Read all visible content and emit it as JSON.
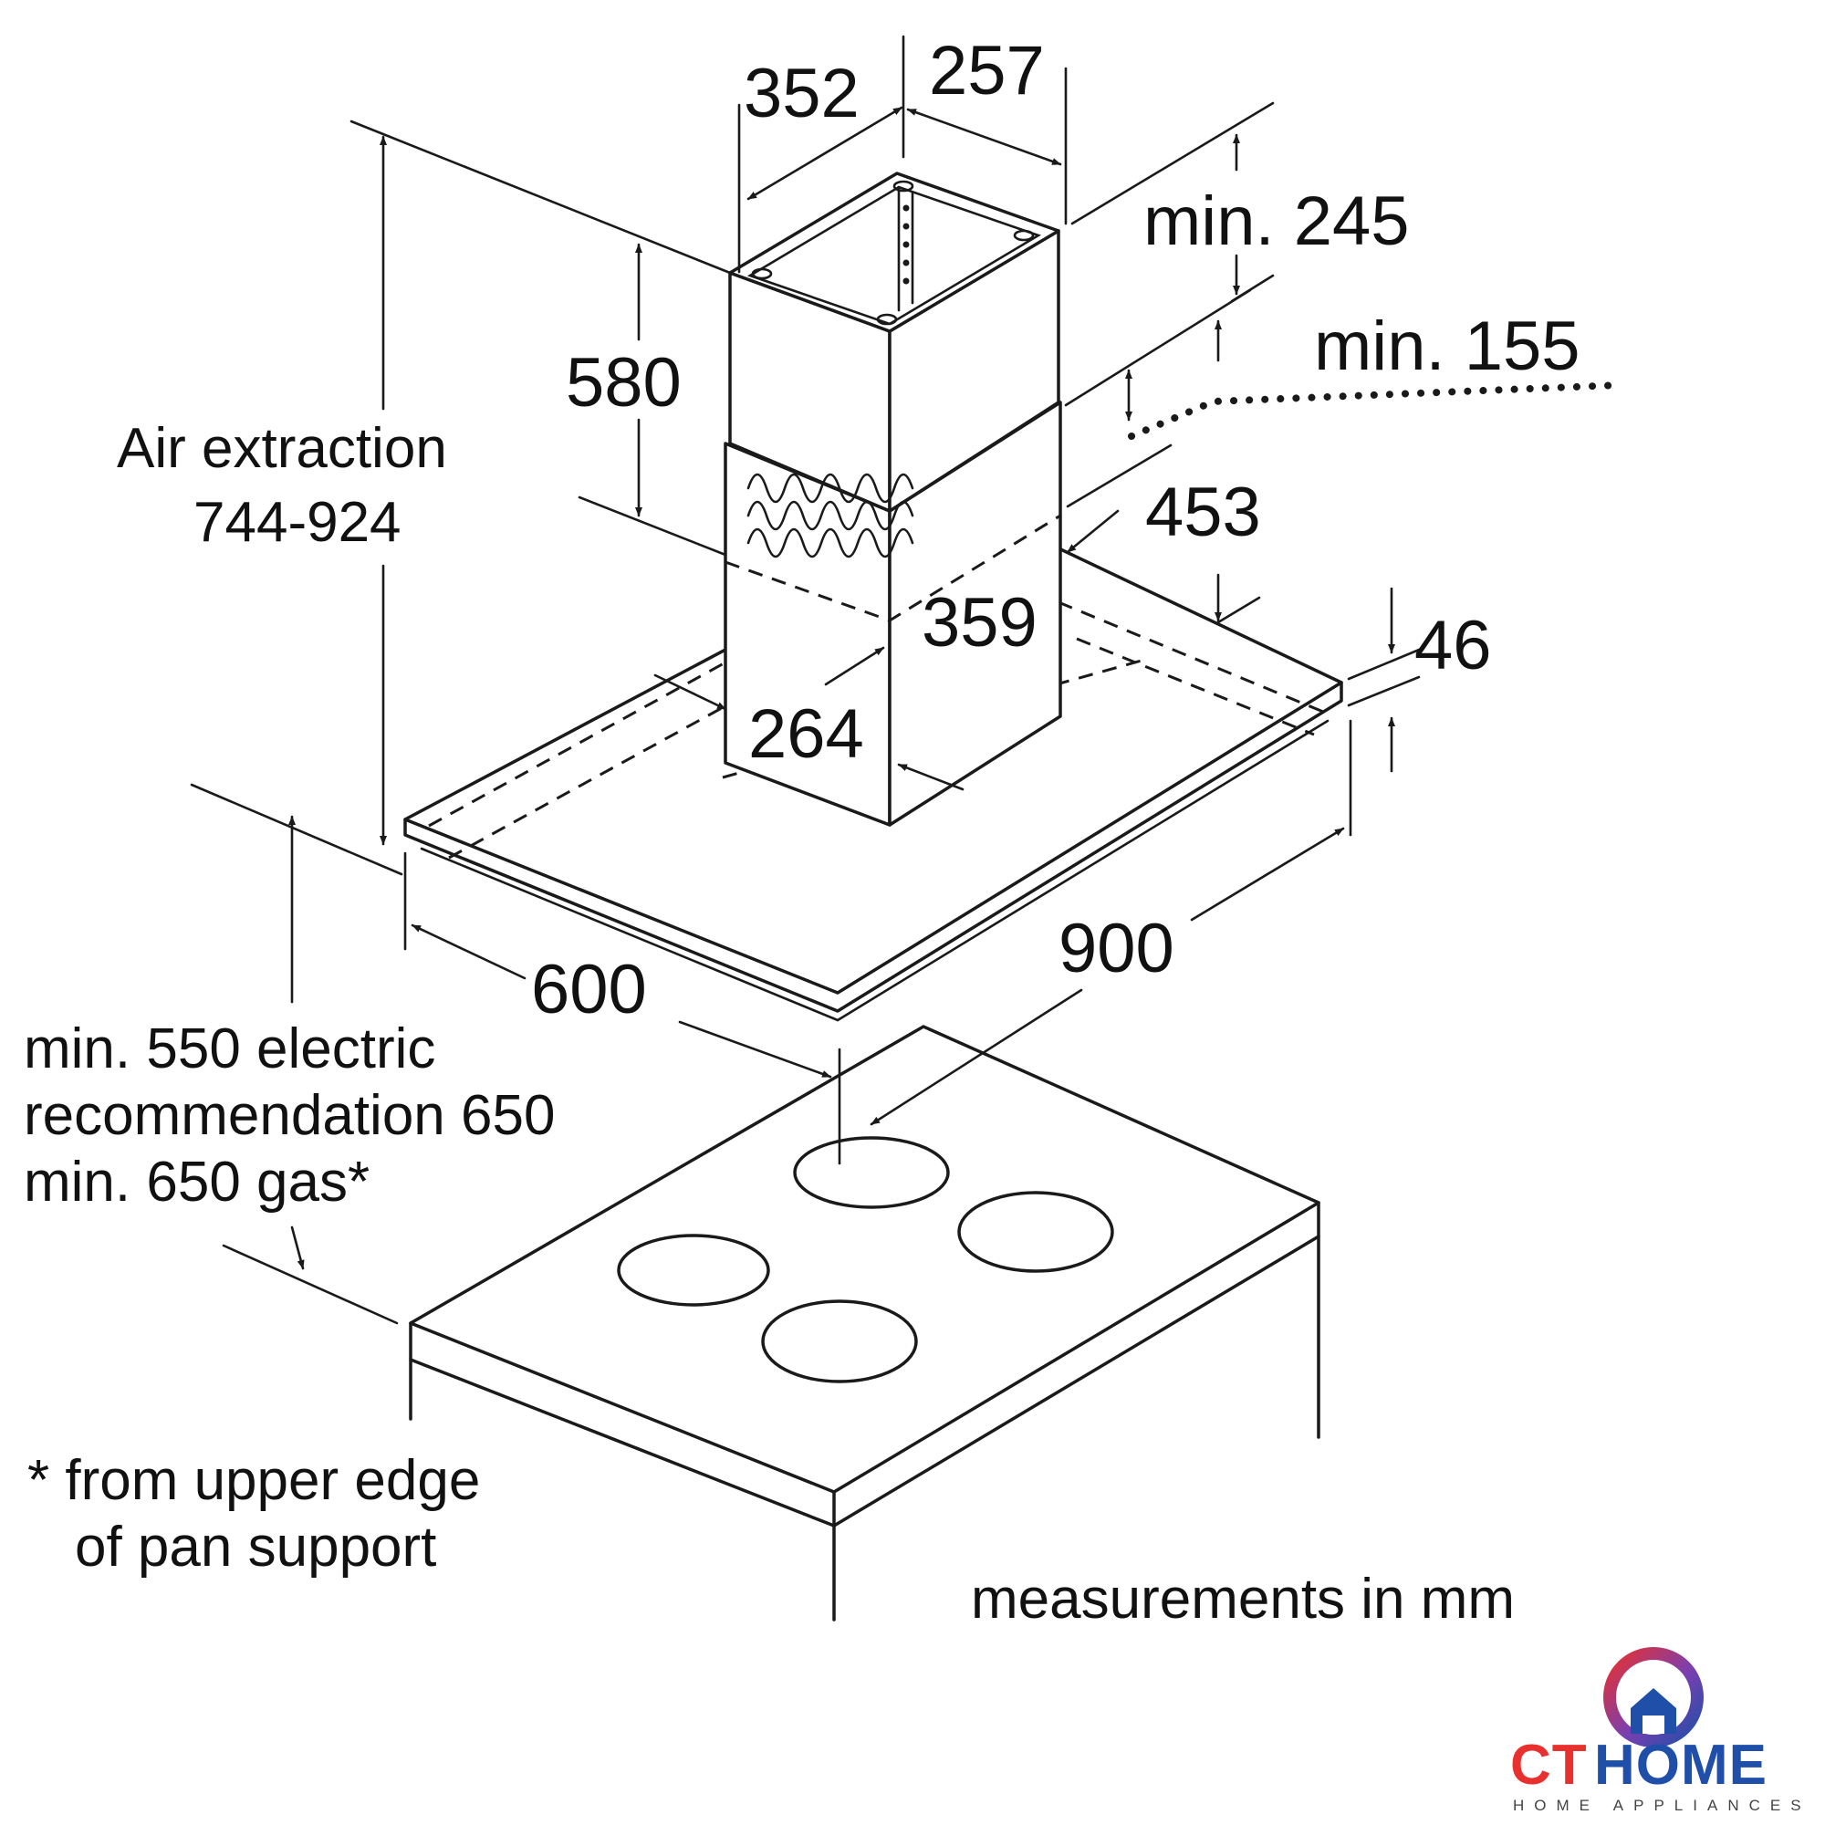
{
  "dimensions": {
    "width_chimney_front": "352",
    "width_chimney_side": "257",
    "min_245": "min. 245",
    "min_155": "min. 155",
    "chimney_upper_580": "580",
    "depth_453": "453",
    "chimney_lower_359": "359",
    "chimney_lower_264": "264",
    "canopy_height_46": "46",
    "canopy_width_900": "900",
    "canopy_depth_600": "600"
  },
  "labels": {
    "air_extraction_line1": "Air extraction",
    "air_extraction_line2": "744-924",
    "clearance_line1": "min. 550 electric",
    "clearance_line2": "recommendation 650",
    "clearance_line3": "min. 650 gas*",
    "footnote_line1": "*  from upper edge",
    "footnote_line2": "of pan support",
    "units": "measurements in mm"
  },
  "brand": {
    "name_part1": "CT",
    "name_part2": "HOME",
    "tagline": "HOME APPLIANCES",
    "color_red": "#e8312f",
    "color_blue": "#1f4fa8"
  }
}
